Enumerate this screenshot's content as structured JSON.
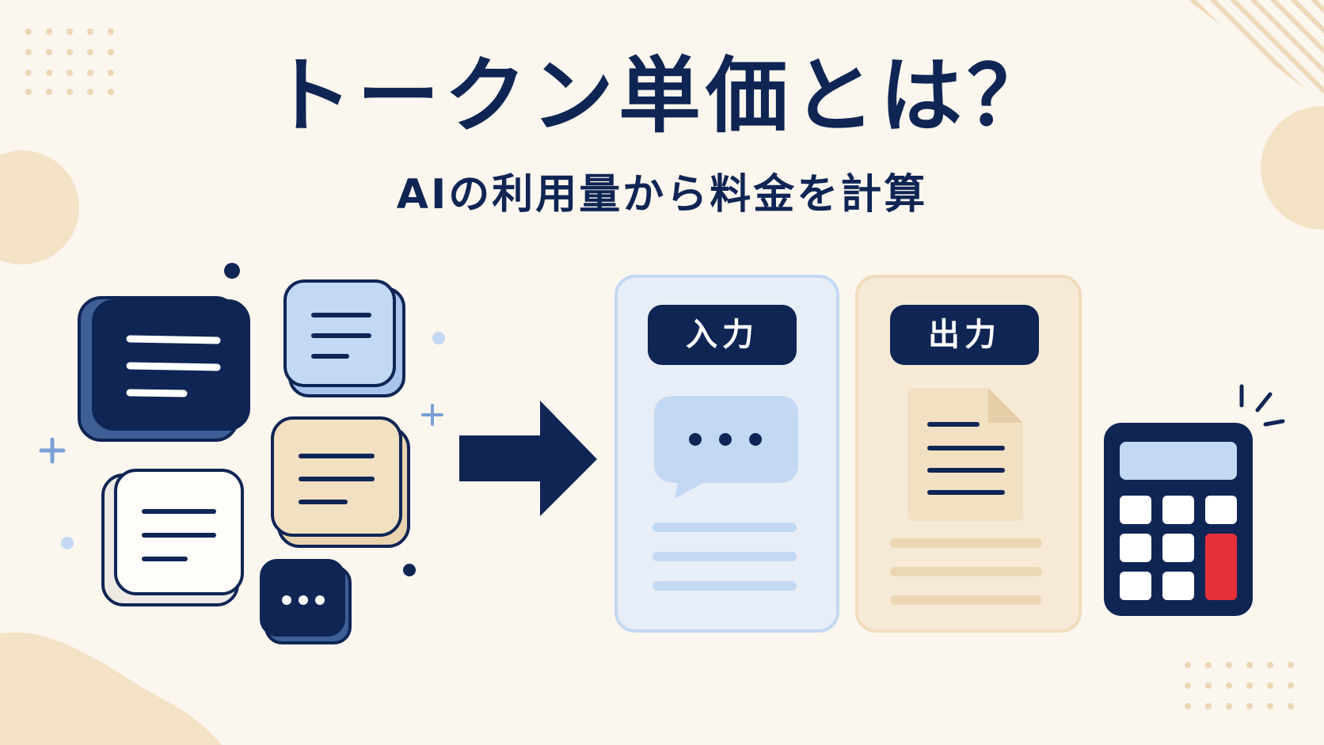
{
  "title": "トークン単価とは？",
  "subtitle": "AIの利用量から料金を計算",
  "input_panel": {
    "label": "入力"
  },
  "output_panel": {
    "label": "出力"
  },
  "colors": {
    "background": "#fbf6ee",
    "navy": "#0f2554",
    "light_blue": "#c3d8f3",
    "beige": "#f1e0c2",
    "calculator_highlight": "#e8303a"
  },
  "icons": [
    "token-card-icon",
    "arrow-right-icon",
    "chat-bubble-icon",
    "document-icon",
    "calculator-icon",
    "sparkle-icon"
  ]
}
